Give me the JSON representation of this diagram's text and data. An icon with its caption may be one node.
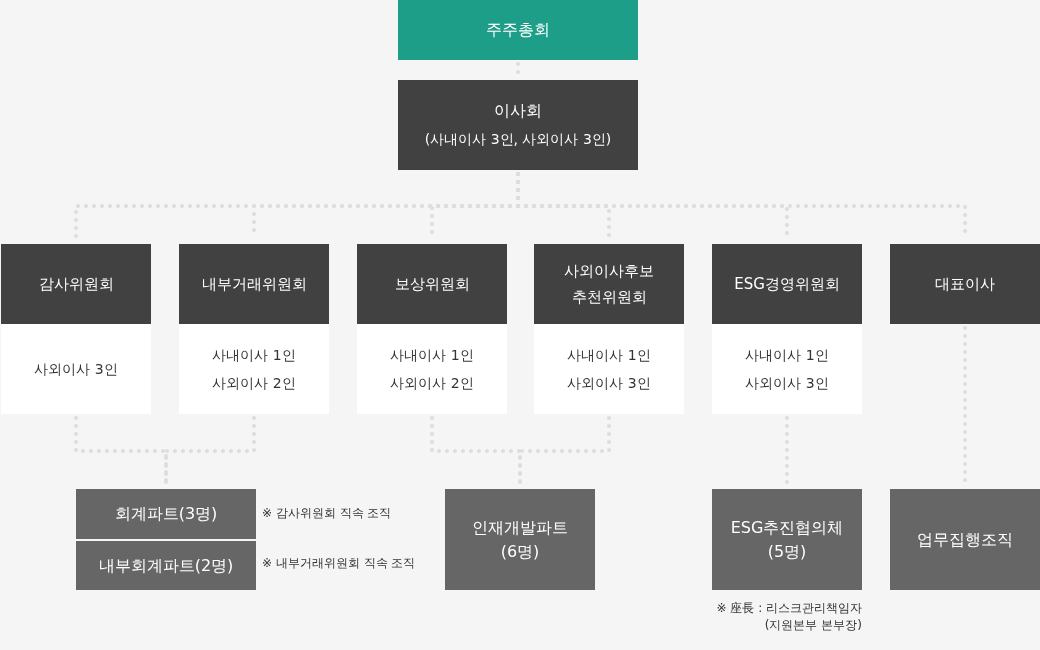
{
  "diagram": {
    "nodes": [
      {
        "text": [
          "주주총회"
        ]
      },
      {
        "text": [
          "이사회",
          "(사내이사 3인, 사외이사 3인)"
        ]
      },
      {
        "text": [
          "감사위원회",
          "사외이사 3인"
        ]
      },
      {
        "text": [
          "내부거래위원회",
          "사내이사 1인 사외이사 2인"
        ]
      },
      {
        "text": [
          "보상위원회",
          "사내이사 1인 사외이사 2인"
        ]
      },
      {
        "text": [
          "사외이사후보 추천위원회",
          "사내이사 1인 사외이사 3인"
        ]
      },
      {
        "text": [
          "ESG경영위원회",
          "사내이사 1인 사외이사 3인"
        ]
      },
      {
        "text": [
          "대표이사"
        ]
      },
      {
        "text": [
          "회계파트(3명)"
        ],
        "beside": [
          "※ 감사위원회 직속 조직"
        ]
      },
      {
        "text": [
          "내부회계파트(2명)"
        ],
        "beside": [
          "※ 내부거래위원회 직속 조직"
        ]
      },
      {
        "text": [
          "인재개발파트 (6명)"
        ]
      },
      {
        "text": [
          "ESG추진협의체 (5명)"
        ],
        "beside": [
          "※ 座長 : 리스크관리책임자 (지원본부 본부장)"
        ]
      },
      {
        "text": [
          "업무집행조직"
        ]
      }
    ],
    "edges": [
      {
        "from": 0,
        "to": 1,
        "arrow": "none"
      },
      {
        "from": 1,
        "to": 2,
        "arrow": "none"
      },
      {
        "from": 1,
        "to": 3,
        "arrow": "none"
      },
      {
        "from": 1,
        "to": 4,
        "arrow": "none"
      },
      {
        "from": 1,
        "to": 5,
        "arrow": "none"
      },
      {
        "from": 1,
        "to": 6,
        "arrow": "none"
      },
      {
        "from": 1,
        "to": 7,
        "arrow": "none"
      },
      {
        "from": 2,
        "to": 8,
        "arrow": "none"
      },
      {
        "from": 3,
        "to": 8,
        "arrow": "none"
      },
      {
        "from": 4,
        "to": 10,
        "arrow": "none"
      },
      {
        "from": 5,
        "to": 10,
        "arrow": "none"
      },
      {
        "from": 6,
        "to": 11,
        "arrow": "none"
      },
      {
        "from": 7,
        "to": 12,
        "arrow": "none"
      }
    ]
  }
}
